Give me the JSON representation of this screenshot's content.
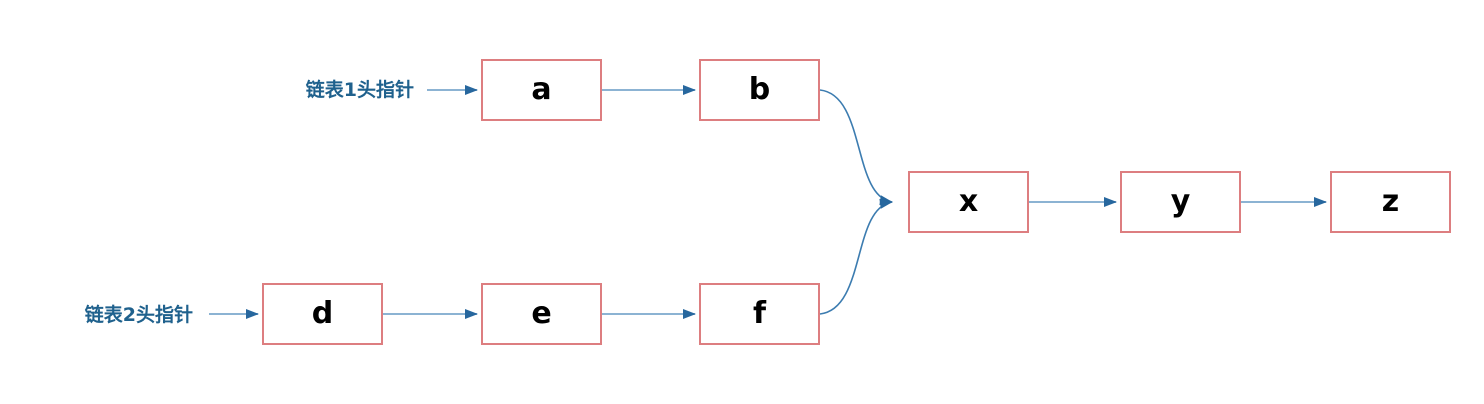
{
  "diagram": {
    "list1": {
      "pointer_label": "链表1头指针",
      "nodes": [
        "a",
        "b"
      ]
    },
    "list2": {
      "pointer_label": "链表2头指针",
      "nodes": [
        "d",
        "e",
        "f"
      ]
    },
    "merged_tail": {
      "nodes": [
        "x",
        "y",
        "z"
      ]
    },
    "edges": [
      {
        "from": "链表1头指针",
        "to": "a",
        "style": "straight"
      },
      {
        "from": "a",
        "to": "b",
        "style": "straight"
      },
      {
        "from": "b",
        "to": "x",
        "style": "curved"
      },
      {
        "from": "链表2头指针",
        "to": "d",
        "style": "straight"
      },
      {
        "from": "d",
        "to": "e",
        "style": "straight"
      },
      {
        "from": "e",
        "to": "f",
        "style": "straight"
      },
      {
        "from": "f",
        "to": "x",
        "style": "curved"
      },
      {
        "from": "x",
        "to": "y",
        "style": "straight"
      },
      {
        "from": "y",
        "to": "z",
        "style": "straight"
      }
    ]
  },
  "colors": {
    "background": "#ffffff",
    "box_border": "#dd7e80",
    "box_fill": "#ffffff",
    "line": "#8cb3d3",
    "curve": "#3c7cb0",
    "arrowhead": "#27679e",
    "label_text": "#1f618d",
    "node_text": "#000000"
  }
}
